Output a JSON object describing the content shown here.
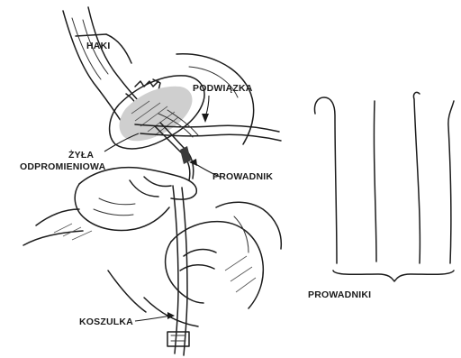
{
  "labels": {
    "haki": "HAKI",
    "podwiazka": "PODWIĄZKA",
    "zyla_line1": "ŻYŁA",
    "zyla_line2": "ODPROMIENIOWA",
    "prowadnik": "PROWADNIK",
    "koszulka": "KOSZULKA",
    "prowadniki": "PROWADNIKI"
  }
}
